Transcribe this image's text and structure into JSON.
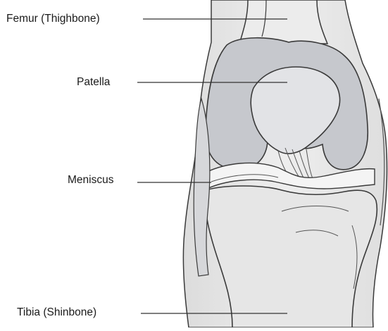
{
  "labels": {
    "femur": "Femur (Thighbone)",
    "patella": "Patella",
    "meniscus": "Meniscus",
    "tibia": "Tibia (Shinbone)"
  },
  "colors": {
    "bone_gray": "#c6c8cd",
    "bone_light": "#eeeeee",
    "outline": "#3a3a3a",
    "background": "#ffffff"
  }
}
